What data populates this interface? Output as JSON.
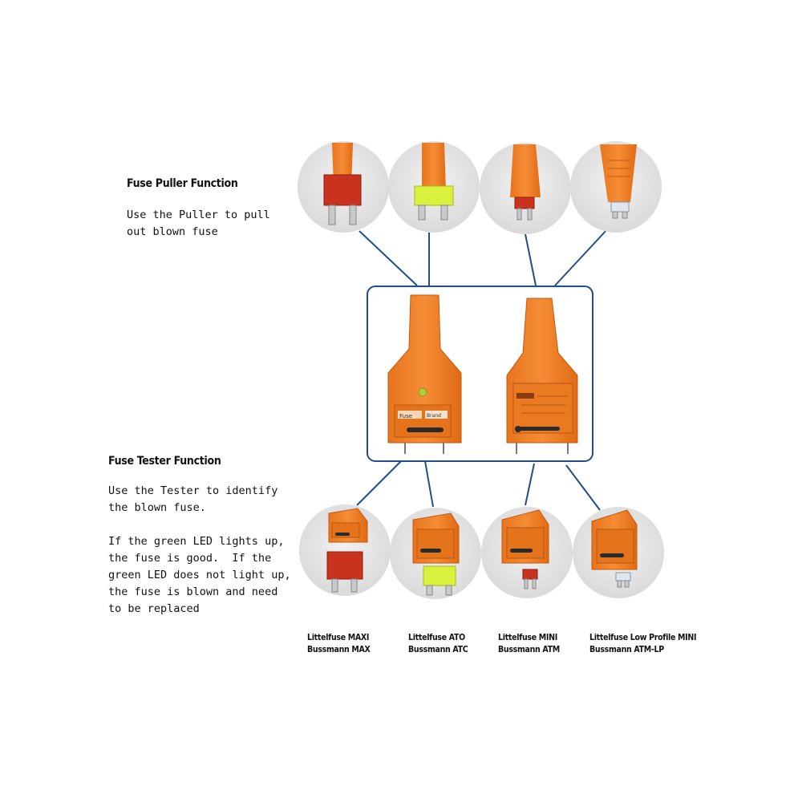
{
  "puller": {
    "heading": "Fuse Puller Function",
    "description_lines": [
      "Use the Puller to pull",
      "out blown fuse"
    ]
  },
  "tester": {
    "heading": "Fuse Tester Function",
    "description_lines": [
      "Use the Tester to identify",
      "the blown fuse.",
      "",
      "If the green LED lights up,",
      "the fuse is good.  If the",
      "green LED does not light up,",
      "the fuse is blown and need",
      "to be replaced"
    ]
  },
  "fuse_types": [
    {
      "line1": "Littelfuse MAXI",
      "line2": "Bussmann MAX",
      "fuse_color": "#c8321e"
    },
    {
      "line1": "Littelfuse ATO",
      "line2": "Bussmann ATC",
      "fuse_color": "#d9f03c"
    },
    {
      "line1": "Littelfuse MINI",
      "line2": "Bussmann ATM",
      "fuse_color": "#c8321e"
    },
    {
      "line1": "Littelfuse Low Profile MINI",
      "line2": "Bussmann ATM-LP",
      "fuse_color": "#dfe6ee"
    }
  ],
  "tool_labels": {
    "left_label": "Fuse",
    "left_brand": "Brand"
  },
  "colors": {
    "tool_orange": "#f0802a",
    "tool_dark": "#c85e12",
    "connector": "#1f4f8a",
    "circle_bg": "#e6e6e6",
    "led_green": "#b6cc34"
  }
}
